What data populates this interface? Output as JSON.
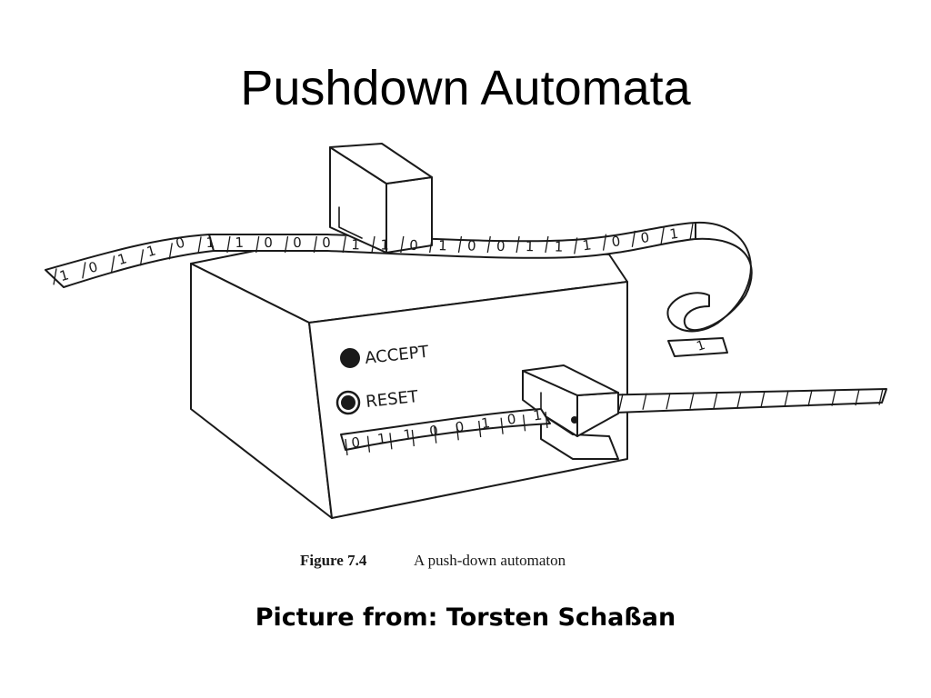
{
  "slide": {
    "title": "Pushdown Automata",
    "credit": "Picture from: Torsten Schaßan"
  },
  "figure": {
    "caption_label": "Figure 7.4",
    "caption_text": "A push-down automaton",
    "buttons": {
      "accept": "ACCEPT",
      "reset": "RESET"
    },
    "input_tape": [
      "1",
      "0",
      "1",
      "1",
      "0",
      "1",
      "1",
      "0",
      "0",
      "0",
      "1",
      "1",
      "0",
      "1",
      "0",
      "0",
      "1",
      "1",
      "1",
      "0",
      "0",
      "1"
    ],
    "stack_tape": [
      "0",
      "1",
      "1",
      "0",
      "0",
      "1",
      "0",
      "1"
    ],
    "tape_end_symbol": "1",
    "colors": {
      "ink": "#1a1a1a",
      "paper": "#ffffff"
    }
  }
}
